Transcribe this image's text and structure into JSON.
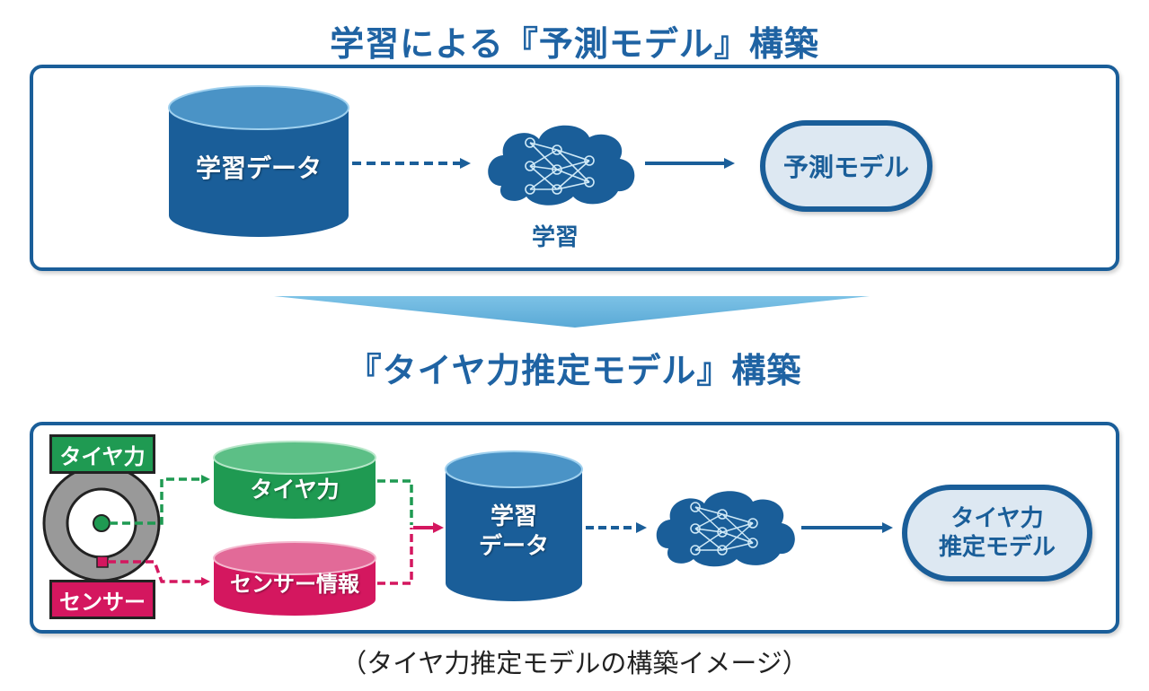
{
  "top_section": {
    "title": "学習による『予測モデル』構築",
    "data_cylinder_label": "学習データ",
    "learning_label": "学習",
    "output_label": "予測モデル"
  },
  "bottom_section": {
    "title": "『タイヤ力推定モデル』構築",
    "tire_force_tag": "タイヤ力",
    "sensor_tag": "センサー",
    "tire_force_cylinder_label": "タイヤ力",
    "sensor_info_cylinder_label": "センサー情報",
    "learning_data_line1": "学習",
    "learning_data_line2": "データ",
    "output_line1": "タイヤ力",
    "output_line2": "推定モデル"
  },
  "caption": "（タイヤ力推定モデルの構築イメージ）",
  "colors": {
    "primary_blue": "#1a5e99",
    "title_blue": "#1f63a3",
    "cylinder_top_blue": "#4a93c6",
    "arrow_banner": "#6ab4dd",
    "green": "#1f9a52",
    "green_top": "#5cbf86",
    "magenta": "#d4175f",
    "magenta_top": "#e26a98",
    "pill_fill": "#dde8f2",
    "tire_gray": "#999999"
  },
  "icons": {
    "neural_network": "neural-network-cloud-icon",
    "tire": "tire-icon",
    "database": "database-cylinder-icon"
  }
}
